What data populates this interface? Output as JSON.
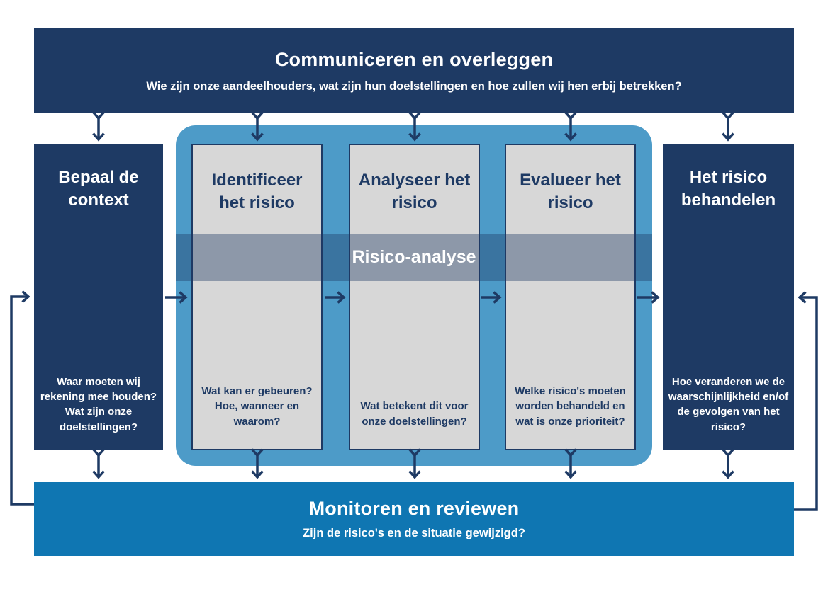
{
  "colors": {
    "navy": "#1e3a64",
    "process_blue": "#4d9bc8",
    "monitor_blue": "#0f76b2",
    "step_gray": "#d7d7d7",
    "band_overlay": "rgba(30,58,100,0.40)",
    "text_on_dark": "#ffffff"
  },
  "top_bar": {
    "title": "Communiceren en overleggen",
    "subtitle": "Wie zijn onze aandeelhouders, wat zijn hun doelstellingen en hoe zullen wij hen erbij betrekken?"
  },
  "left_box": {
    "title": "Bepaal de context",
    "question": "Waar moeten wij rekening mee houden? Wat zijn onze doelstellingen?"
  },
  "process_boxes": [
    {
      "title": "Identificeer het risico",
      "question": "Wat kan er gebeuren? Hoe, wanneer en waarom?"
    },
    {
      "title": "Analyseer het risico",
      "question": "Wat betekent dit voor onze doelstellingen?"
    },
    {
      "title": "Evalueer het risico",
      "question": "Welke risico's moeten worden behandeld en wat is onze prioriteit?"
    }
  ],
  "band": {
    "label": "Risico-analyse"
  },
  "right_box": {
    "title": "Het risico behandelen",
    "question": "Hoe veranderen we de waarschijnlijkheid en/of de gevolgen van het risico?"
  },
  "bottom_bar": {
    "title": "Monitoren en reviewen",
    "subtitle": "Zijn de risico's en de situatie gewijzigd?"
  }
}
